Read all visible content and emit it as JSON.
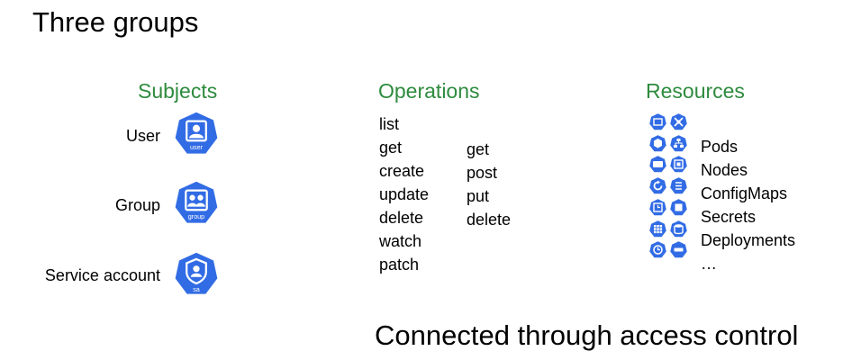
{
  "title": "Three groups",
  "footer": "Connected through access control",
  "colors": {
    "heading": "#2e8b3e",
    "icon_fill": "#326ce5",
    "icon_border": "#ffffff"
  },
  "subjects": {
    "heading": "Subjects",
    "items": [
      {
        "label": "User",
        "icon": "user-icon",
        "icon_text": "user"
      },
      {
        "label": "Group",
        "icon": "group-icon",
        "icon_text": "group"
      },
      {
        "label": "Service account",
        "icon": "service-account-icon",
        "icon_text": "sa"
      }
    ]
  },
  "operations": {
    "heading": "Operations",
    "column1": [
      "list",
      "get",
      "create",
      "update",
      "delete",
      "watch",
      "patch"
    ],
    "column2": [
      "get",
      "post",
      "put",
      "delete"
    ]
  },
  "resources": {
    "heading": "Resources",
    "items": [
      "Pods",
      "Nodes",
      "ConfigMaps",
      "Secrets",
      "Deployments",
      "…"
    ],
    "icon_names": [
      "pod-icon",
      "network-icon",
      "cube-icon",
      "hierarchy-icon",
      "deploy-icon",
      "node-icon",
      "restart-icon",
      "list-icon",
      "cronjob-icon",
      "square-icon",
      "grid-icon",
      "storage-icon",
      "clock-icon",
      "bar-icon"
    ]
  }
}
